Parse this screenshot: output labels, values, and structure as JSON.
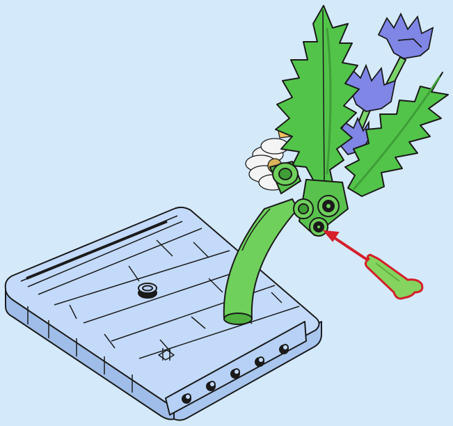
{
  "colors": {
    "background": "#d4e9fa",
    "baseplate": "#b6d1f5",
    "baseplate_top": "#c3dafa",
    "outline": "#1a1a1a",
    "stem_green": "#6fd05c",
    "leaf_green": "#52c44a",
    "leaf_dark": "#3f9e37",
    "cornflower": "#7f86e6",
    "daisy_white": "#f4f4f4",
    "arrow_red": "#d51f2a",
    "part_callout_green": "#84d45f"
  },
  "icons": {
    "baseplate": "tile-baseplate",
    "stem": "curved-stem",
    "leaf": "fern-leaf",
    "flower": "cornflower",
    "daisy": "daisy-flower",
    "connector": "technic-pin-connector",
    "arrow": "insert-arrow",
    "callout_part": "bone-stem-piece"
  }
}
